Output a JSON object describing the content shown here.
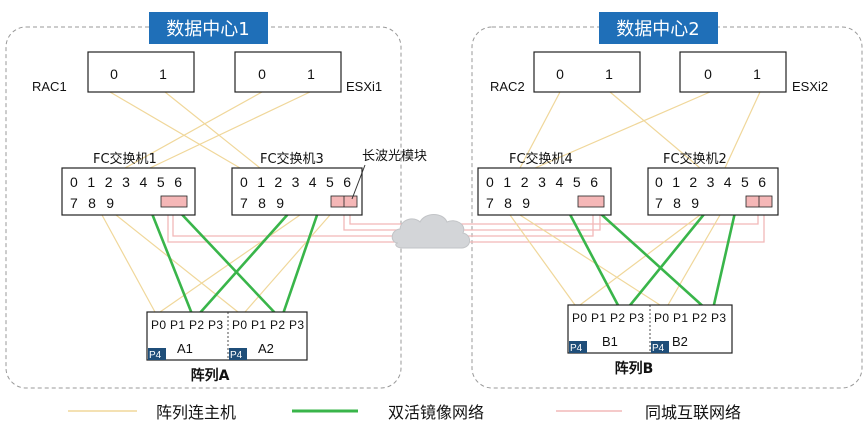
{
  "datacenters": [
    {
      "title": "数据中心1"
    },
    {
      "title": "数据中心2"
    }
  ],
  "hosts": {
    "rac1": {
      "label": "RAC1",
      "ports": [
        "0",
        "1"
      ]
    },
    "esxi1": {
      "label": "ESXi1",
      "ports": [
        "0",
        "1"
      ]
    },
    "rac2": {
      "label": "RAC2",
      "ports": [
        "0",
        "1"
      ]
    },
    "esxi2": {
      "label": "ESXi2",
      "ports": [
        "0",
        "1"
      ]
    }
  },
  "switches": {
    "fc1": {
      "label": "FC交换机1",
      "row1": [
        "0",
        "1",
        "2",
        "3",
        "4",
        "5",
        "6"
      ],
      "row2": [
        "7",
        "8",
        "9"
      ]
    },
    "fc3": {
      "label": "FC交换机3",
      "row1": [
        "0",
        "1",
        "2",
        "3",
        "4",
        "5",
        "6"
      ],
      "row2": [
        "7",
        "8",
        "9"
      ]
    },
    "fc4": {
      "label": "FC交换机4",
      "row1": [
        "0",
        "1",
        "2",
        "3",
        "4",
        "5",
        "6"
      ],
      "row2": [
        "7",
        "8",
        "9"
      ]
    },
    "fc2": {
      "label": "FC交换机2",
      "row1": [
        "0",
        "1",
        "2",
        "3",
        "4",
        "5",
        "6"
      ],
      "row2": [
        "7",
        "8",
        "9"
      ]
    }
  },
  "long_wave_module_label": "长波光模块",
  "arrays": {
    "a": {
      "label": "阵列A",
      "controllers": [
        {
          "name": "A1",
          "ports": [
            "P0",
            "P1",
            "P2",
            "P3"
          ],
          "p4": "P4"
        },
        {
          "name": "A2",
          "ports": [
            "P0",
            "P1",
            "P2",
            "P3"
          ],
          "p4": "P4"
        }
      ]
    },
    "b": {
      "label": "阵列B",
      "controllers": [
        {
          "name": "B1",
          "ports": [
            "P0",
            "P1",
            "P2",
            "P3"
          ],
          "p4": "P4"
        },
        {
          "name": "B2",
          "ports": [
            "P0",
            "P1",
            "P2",
            "P3"
          ],
          "p4": "P4"
        }
      ]
    }
  },
  "legend": [
    {
      "label": "阵列连主机",
      "color": "#f0d79a"
    },
    {
      "label": "双活镜像网络",
      "color": "#39b54a"
    },
    {
      "label": "同城互联网络",
      "color": "#f2b8b8"
    }
  ],
  "colors": {
    "title_box": "#1f6fb8",
    "port_box": "#1f4e79",
    "module": "#f5b7b7"
  }
}
